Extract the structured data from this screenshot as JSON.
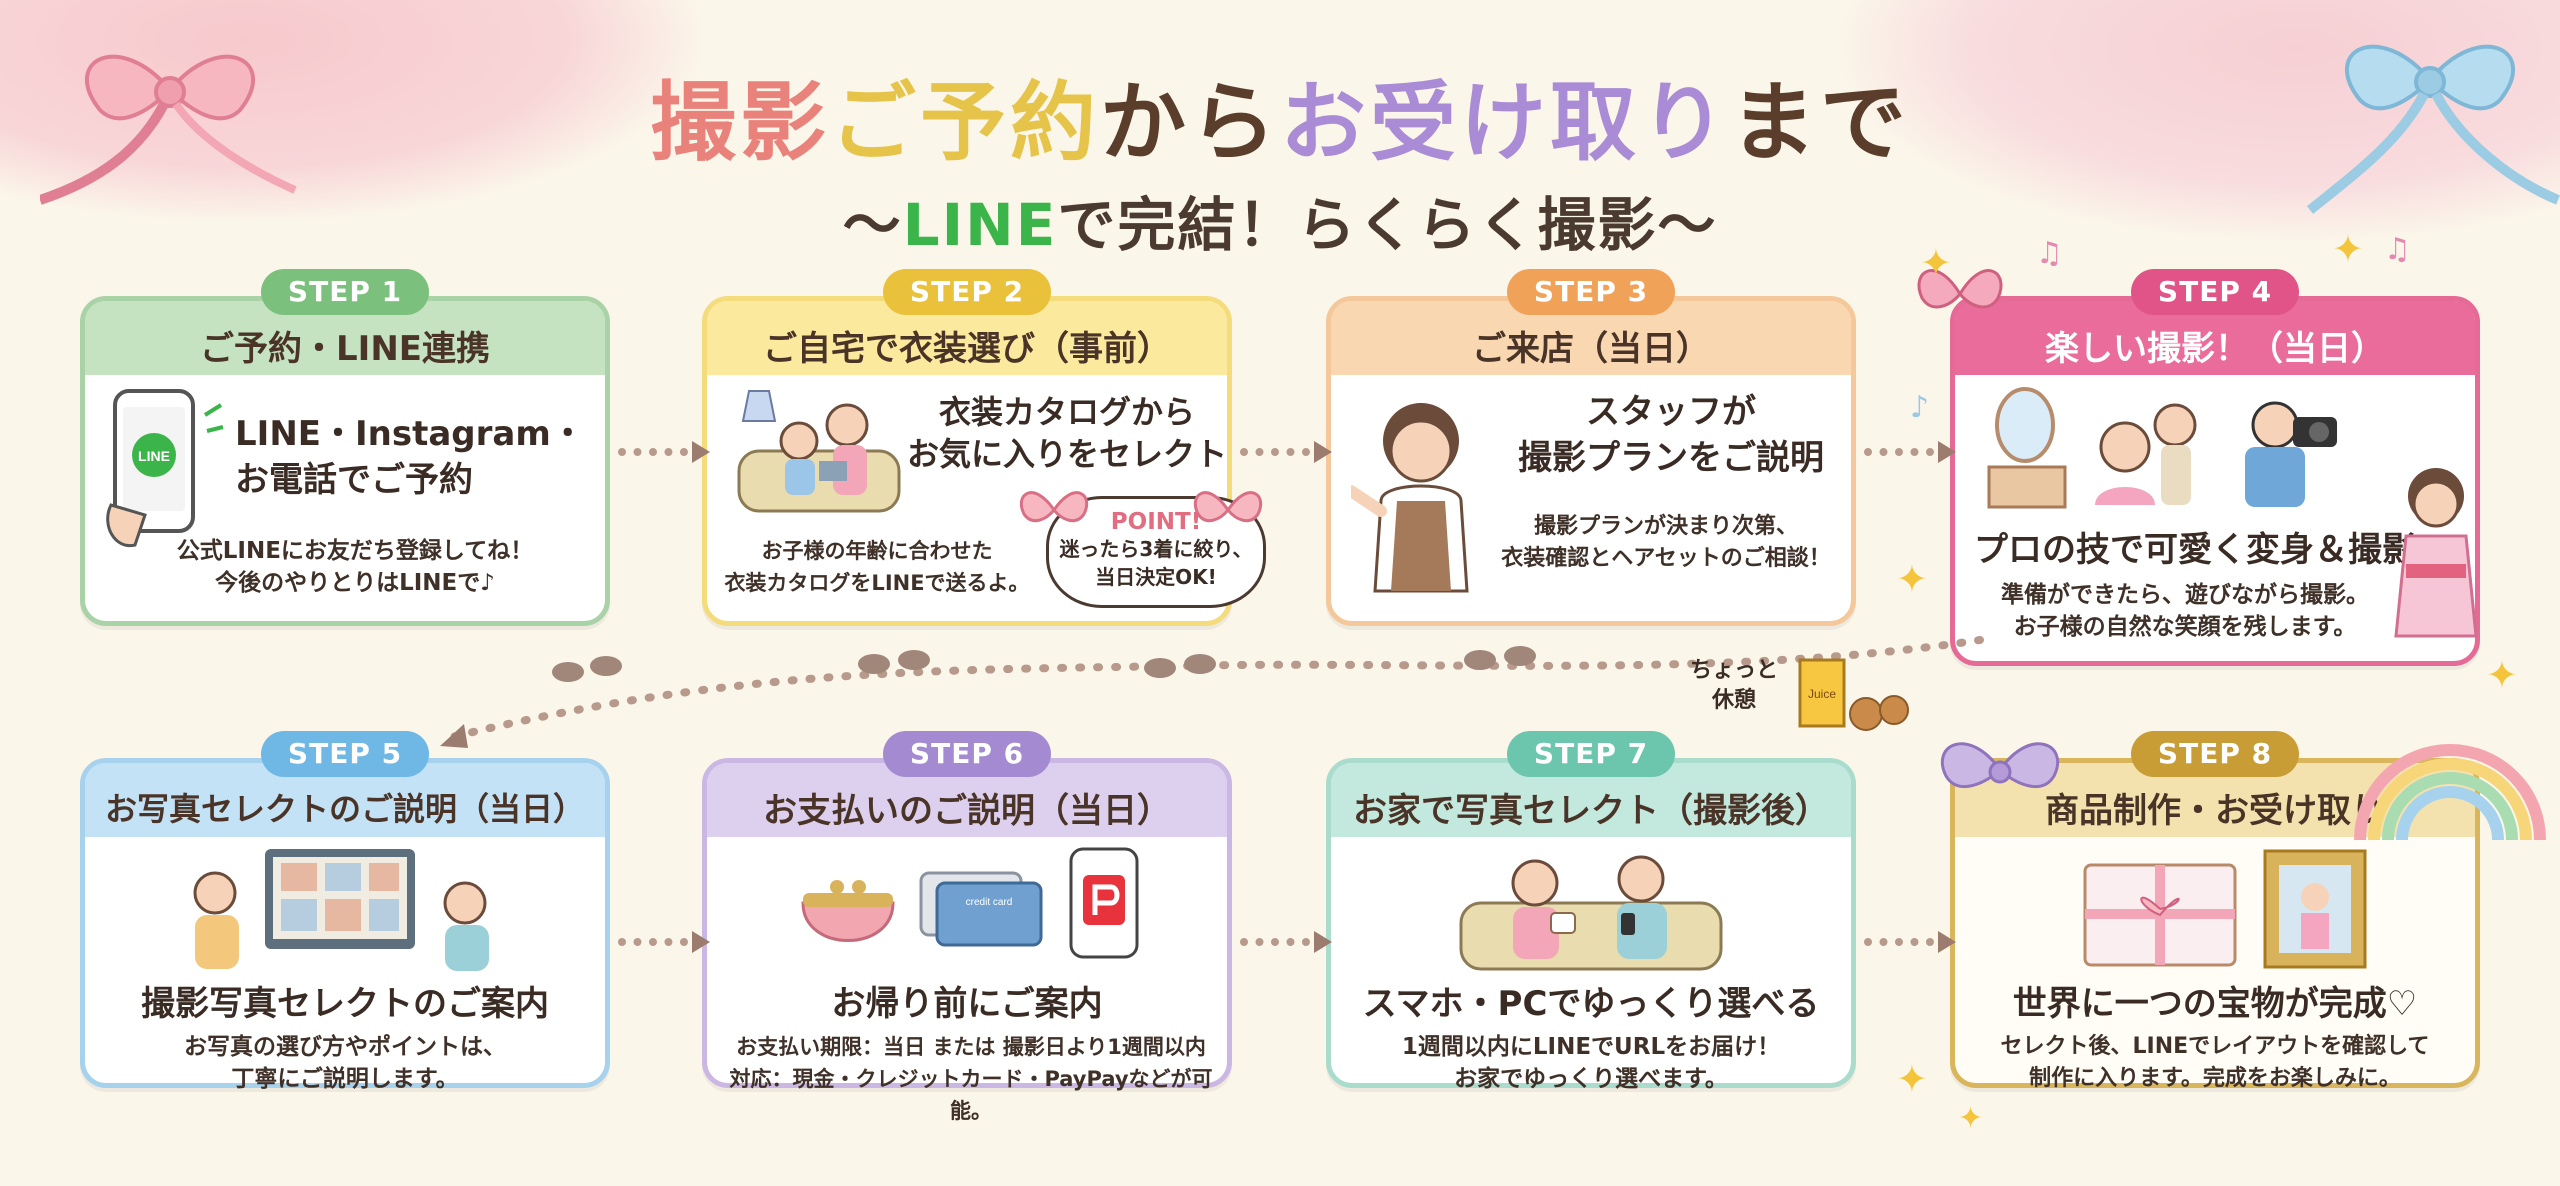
{
  "title": {
    "parts": [
      {
        "text": "撮影",
        "color": "#e9827a"
      },
      {
        "text": "ご予約",
        "color": "#e6c44a"
      },
      {
        "text": "から",
        "color": "#5a3e2b"
      },
      {
        "text": "お受け取り",
        "color": "#a98bd6"
      },
      {
        "text": "まで",
        "color": "#5a3e2b"
      }
    ]
  },
  "subtitle": {
    "prefix": "〜",
    "line_word": "LINE",
    "rest": "で完結！らくらく撮影〜"
  },
  "steps": [
    {
      "badge": "STEP 1",
      "heading": "ご予約・LINE連携",
      "main": "LINE・Instagram・\nお電話でご予約",
      "desc": "公式LINEにお友だち登録してね！\n今後のやりとりはLINEで♪"
    },
    {
      "badge": "STEP 2",
      "heading": "ご自宅で衣装選び（事前）",
      "main": "衣装カタログから\nお気に入りをセレクト",
      "desc": "お子様の年齢に合わせた\n衣装カタログをLINEで送るよ。"
    },
    {
      "badge": "STEP 3",
      "heading": "ご来店（当日）",
      "main": "スタッフが\n撮影プランをご説明",
      "desc": "撮影プランが決まり次第、\n衣装確認とヘアセットのご相談！"
    },
    {
      "badge": "STEP 4",
      "heading": "楽しい撮影！（当日）",
      "main": "プロの技で可愛く変身＆撮影",
      "desc": "準備ができたら、遊びながら撮影。\nお子様の自然な笑顔を残します。"
    },
    {
      "badge": "STEP 5",
      "heading": "お写真セレクトのご説明（当日）",
      "main": "撮影写真セレクトのご案内",
      "desc": "お写真の選び方やポイントは、\n丁寧にご説明します。"
    },
    {
      "badge": "STEP 6",
      "heading": "お支払いのご説明（当日）",
      "main": "お帰り前にご案内",
      "desc": "お支払い期限：当日 または 撮影日より1週間以内\n対応：現金・クレジットカード・PayPayなどが可能。"
    },
    {
      "badge": "STEP 7",
      "heading": "お家で写真セレクト（撮影後）",
      "main": "スマホ・PCでゆっくり選べる",
      "desc": "1週間以内にLINEでURLをお届け！\nお家でゆっくり選べます。"
    },
    {
      "badge": "STEP 8",
      "heading": "商品制作・お受け取り",
      "main": "世界に一つの宝物が完成♡",
      "desc": "セレクト後、LINEでレイアウトを確認して\n制作に入ります。完成をお楽しみに。"
    }
  ],
  "point": {
    "title": "POINT!",
    "text": "迷ったら3着に絞り、\n当日決定OK!"
  },
  "break_label": "ちょっと\n休憩",
  "icon_labels": {
    "line_logo": "LINE",
    "juice_label": "Juice",
    "card_label": "credit card"
  }
}
